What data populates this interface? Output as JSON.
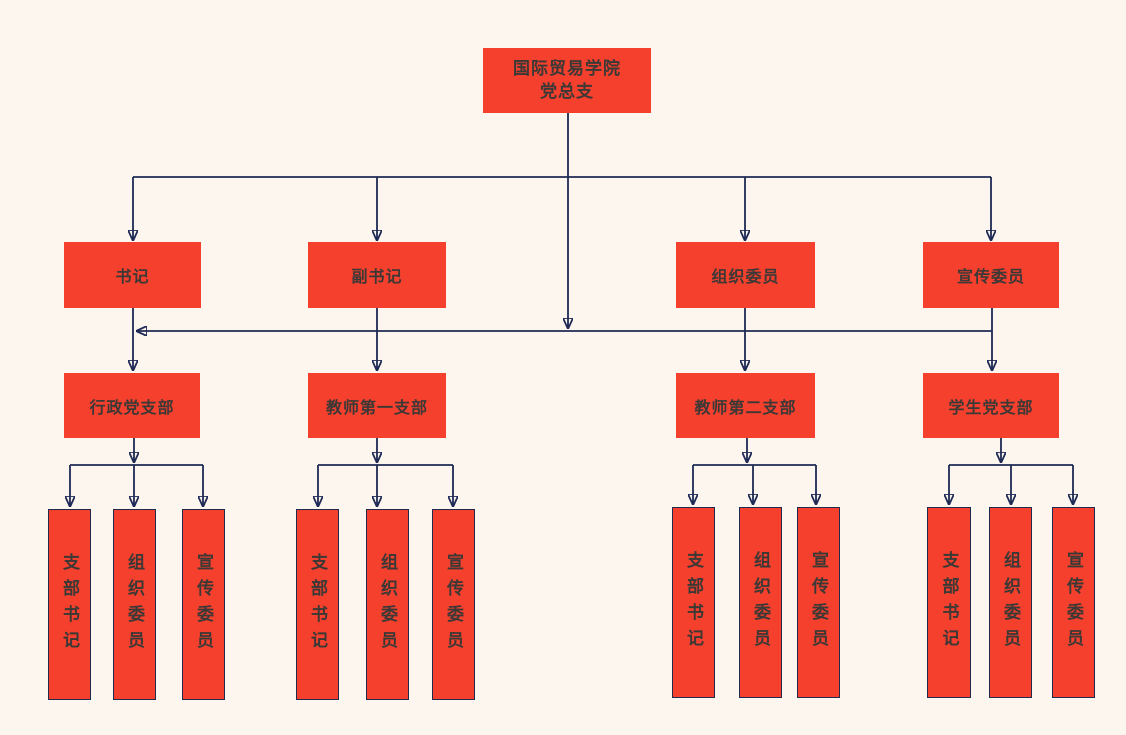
{
  "diagram": {
    "type": "org-chart",
    "root": {
      "line1": "国际贸易学院",
      "line2": "党总支"
    },
    "committee": [
      {
        "label": "书记"
      },
      {
        "label": "副书记"
      },
      {
        "label": "组织委员"
      },
      {
        "label": "宣传委员"
      }
    ],
    "branches": [
      {
        "label": "行政党支部",
        "roles": [
          "支部书记",
          "组织委员",
          "宣传委员"
        ]
      },
      {
        "label": "教师第一支部",
        "roles": [
          "支部书记",
          "组织委员",
          "宣传委员"
        ]
      },
      {
        "label": "教师第二支部",
        "roles": [
          "支部书记",
          "组织委员",
          "宣传委员"
        ]
      },
      {
        "label": "学生党支部",
        "roles": [
          "支部书记",
          "组织委员",
          "宣传委员"
        ]
      }
    ],
    "colors": {
      "background": "#FCF6EE",
      "node_fill": "#F4402D",
      "connector": "#1E2A55",
      "node_border": "#20294E",
      "text": "#3B3836"
    }
  }
}
